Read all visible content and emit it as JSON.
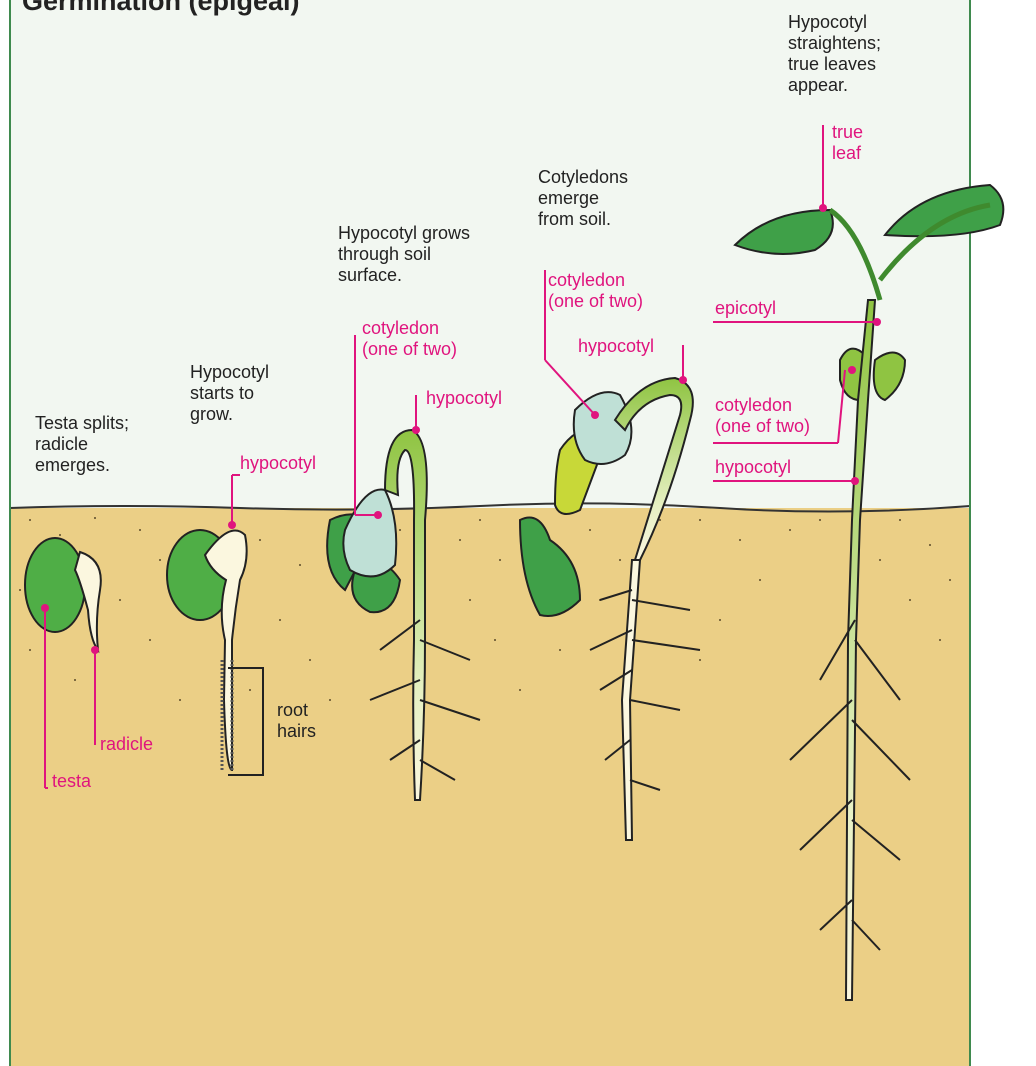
{
  "title": "Germination (epigeal)",
  "stages": [
    {
      "caption": "Testa splits;\nradicle\nemerges.",
      "labels": [
        "testa",
        "radicle"
      ]
    },
    {
      "caption": "Hypocotyl\nstarts to\ngrow.",
      "labels": [
        "hypocotyl",
        "root\nhairs"
      ]
    },
    {
      "caption": "Hypocotyl grows\nthrough soil\nsurface.",
      "labels": [
        "cotyledon\n(one of two)",
        "hypocotyl"
      ]
    },
    {
      "caption": "Cotyledons\nemerge\nfrom soil.",
      "labels": [
        "cotyledon\n(one of two)",
        "hypocotyl"
      ]
    },
    {
      "caption": "Hypocotyl\nstraightens;\ntrue leaves\nappear.",
      "labels": [
        "true\nleaf",
        "epicotyl",
        "cotyledon\n(one of two)",
        "hypocotyl"
      ]
    }
  ],
  "colors": {
    "sky": "#f2f7f1",
    "soil": "#ebcf86",
    "frame": "#3f8a4e",
    "label": "#e0147e",
    "seed_green": "#4fae46",
    "cotyledon_pale": "#bfe0d6",
    "stem_green": "#8fc442",
    "root_cream": "#fbf7df",
    "leaf_green": "#3fa048"
  }
}
